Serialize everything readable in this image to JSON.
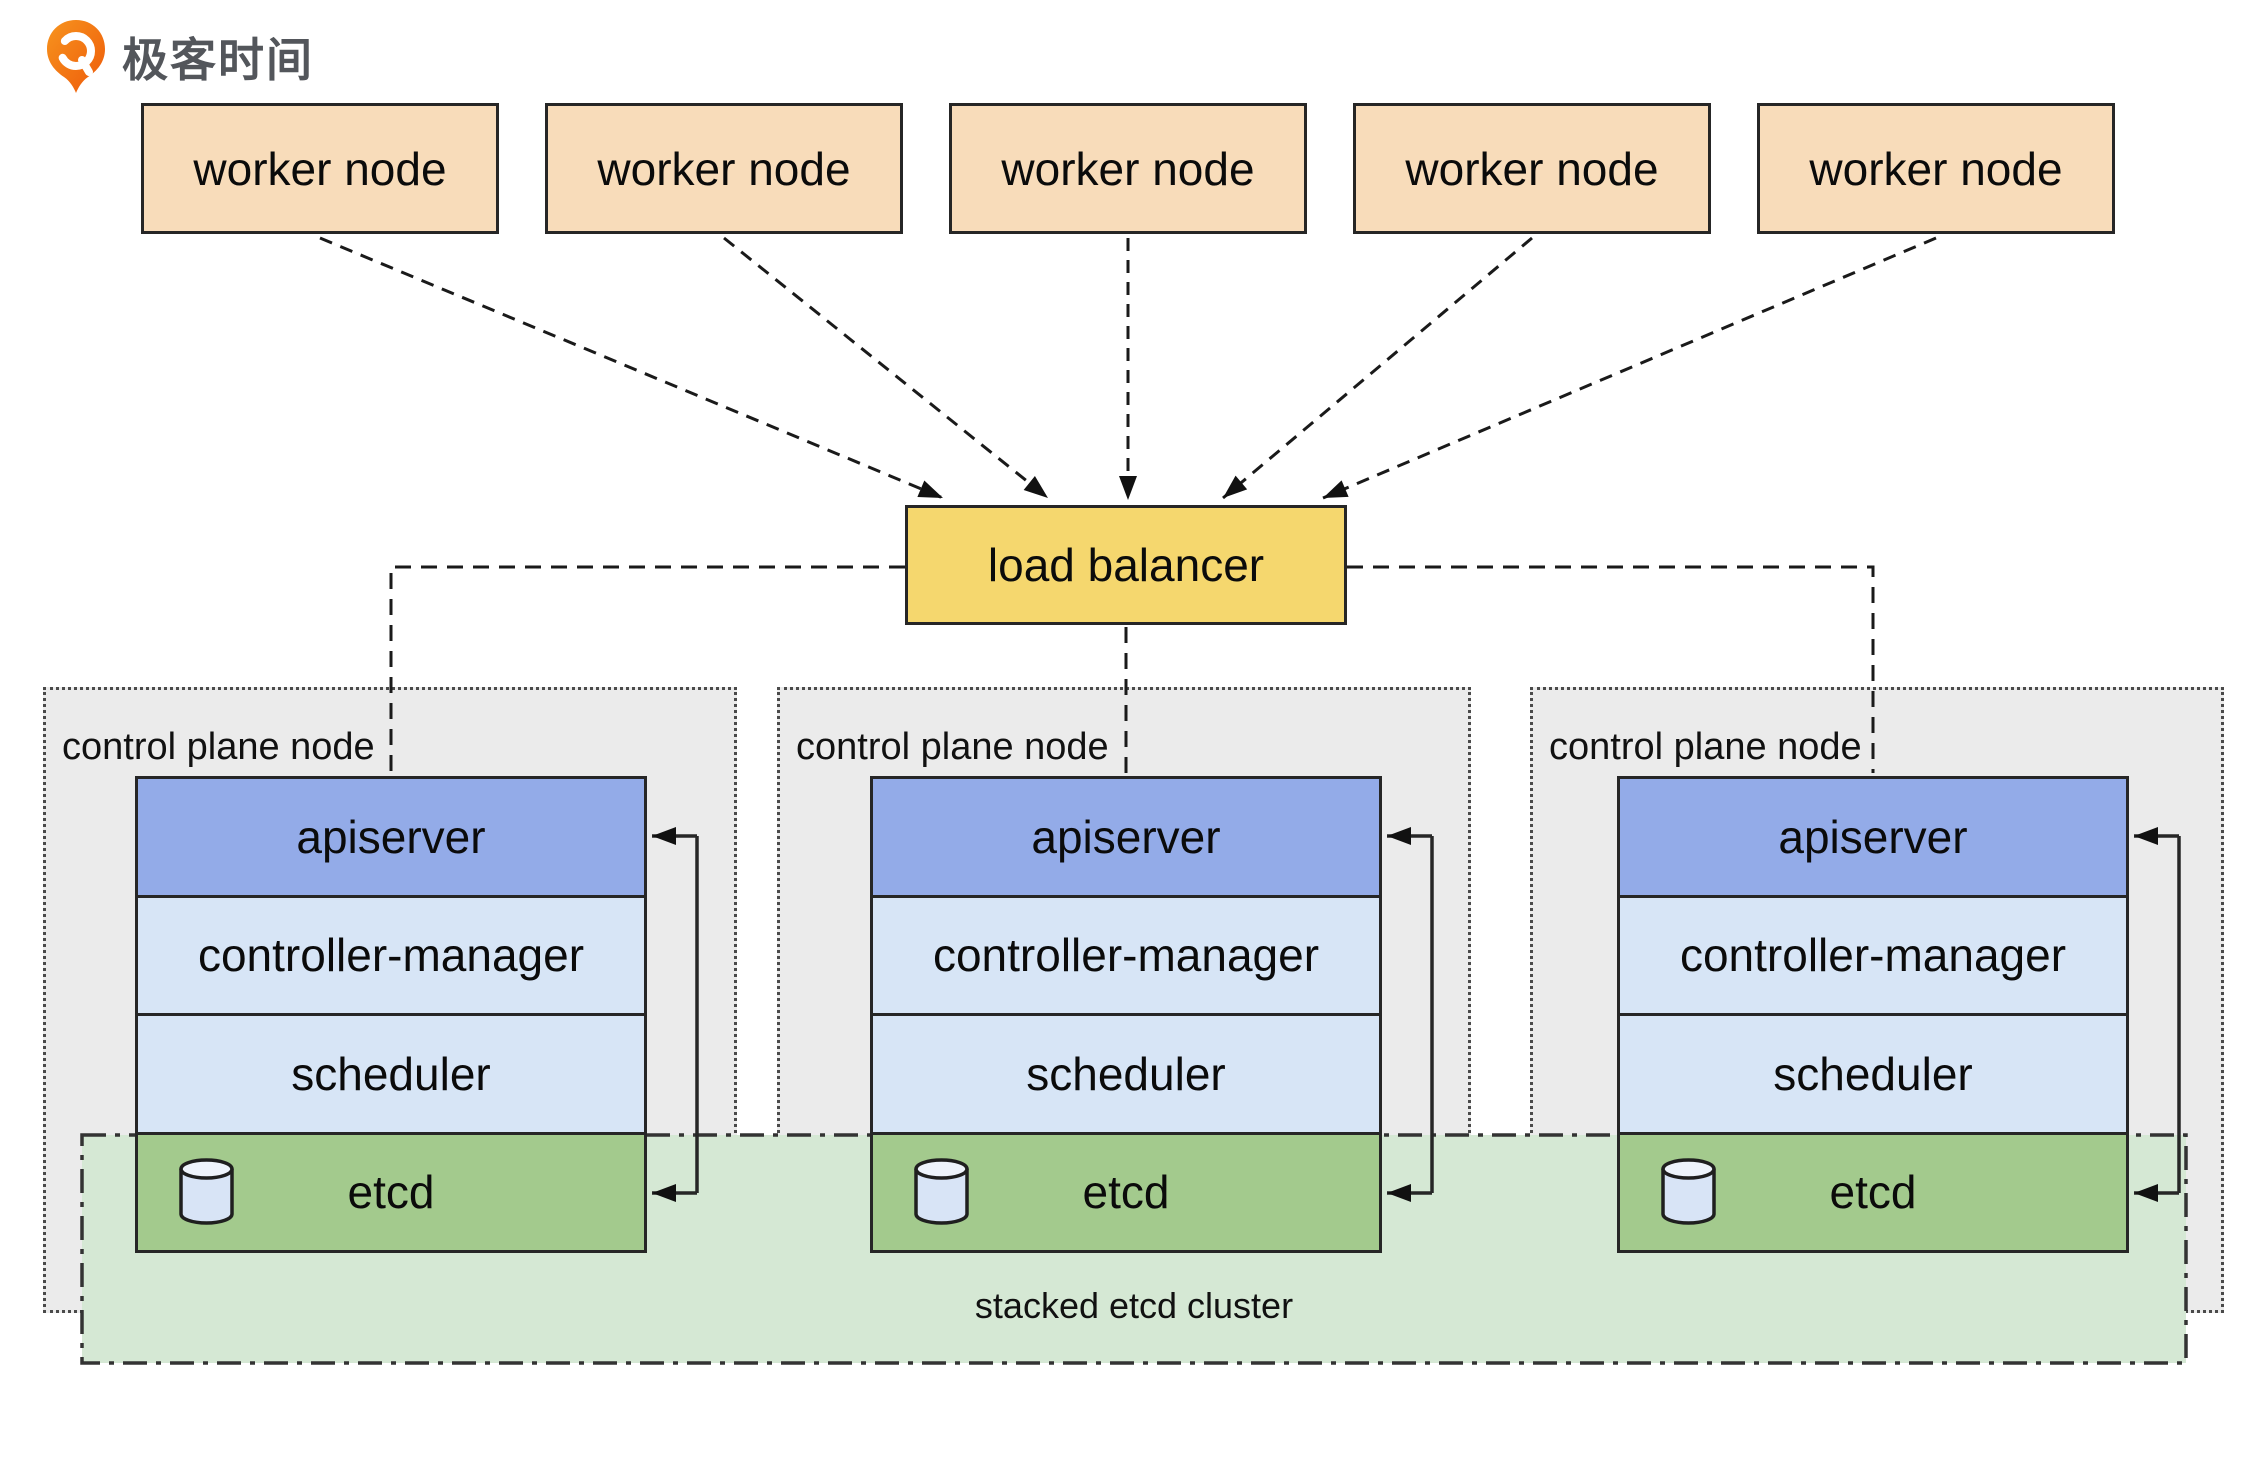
{
  "logo": {
    "brand_text": "极客时间"
  },
  "workers": [
    {
      "label": "worker node"
    },
    {
      "label": "worker node"
    },
    {
      "label": "worker node"
    },
    {
      "label": "worker node"
    },
    {
      "label": "worker node"
    }
  ],
  "load_balancer": {
    "label": "load balancer"
  },
  "control_planes": [
    {
      "label": "control plane node",
      "components": [
        "apiserver",
        "controller-manager",
        "scheduler",
        "etcd"
      ]
    },
    {
      "label": "control plane node",
      "components": [
        "apiserver",
        "controller-manager",
        "scheduler",
        "etcd"
      ]
    },
    {
      "label": "control plane node",
      "components": [
        "apiserver",
        "controller-manager",
        "scheduler",
        "etcd"
      ]
    }
  ],
  "etcd_cluster": {
    "label": "stacked etcd cluster"
  },
  "icons": {
    "logo": "geektime-logo-icon",
    "etcd": "database-cylinder-icon"
  },
  "colors": {
    "worker_fill": "#F8DCBA",
    "load_balancer_fill": "#F5D76E",
    "apiserver_fill": "#93ABE8",
    "controller_scheduler_fill": "#D7E5F6",
    "etcd_fill": "#A3CA8D",
    "etcd_cluster_band_fill": "#D5E8D4",
    "control_plane_fill": "#EBEBEB",
    "box_border": "#262626",
    "logo_orange": "#F26C0D",
    "logo_text": "#53565B"
  }
}
